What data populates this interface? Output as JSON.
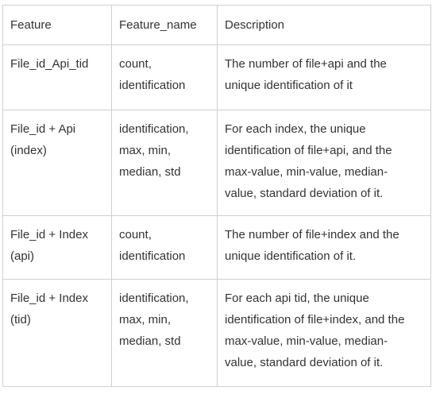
{
  "table": {
    "headers": [
      "Feature",
      "Feature_name",
      "Description"
    ],
    "rows": [
      {
        "feature": [
          "File_id_Api_tid"
        ],
        "feature_name": [
          "count,",
          "identification"
        ],
        "description": [
          "The number of file+api and the",
          "unique identification of it"
        ]
      },
      {
        "feature": [
          "File_id + Api",
          "(index)"
        ],
        "feature_name": [
          "identification,",
          "max, min,",
          "median, std"
        ],
        "description": [
          "For each index, the unique",
          "identification of file+api, and the",
          "max-value, min-value, median-",
          "value, standard deviation of it."
        ]
      },
      {
        "feature": [
          "File_id + Index",
          "(api)"
        ],
        "feature_name": [
          "count,",
          "identification"
        ],
        "description": [
          "The number of file+index and the",
          "unique identification of it."
        ]
      },
      {
        "feature": [
          "File_id + Index",
          "(tid)"
        ],
        "feature_name": [
          "identification,",
          "max, min,",
          "median, std"
        ],
        "description": [
          "For each api tid, the unique",
          "identification of file+index, and the",
          "max-value, min-value, median-",
          "value, standard deviation of it."
        ]
      }
    ]
  }
}
